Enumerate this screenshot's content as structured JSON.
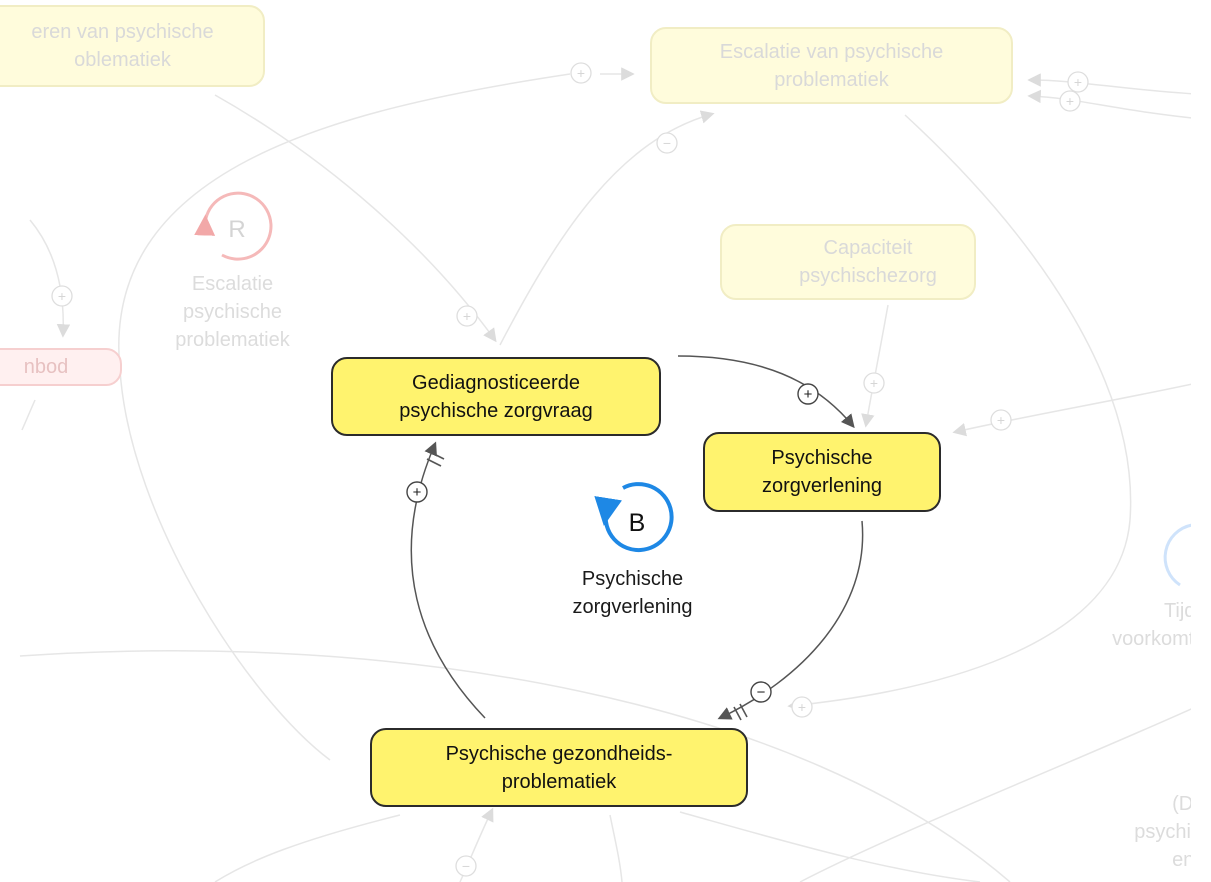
{
  "nodes": {
    "diagnosed": "Gediagnosticeerde\npsychische zorgvraag",
    "care": "Psychische\nzorgverlening",
    "problems": "Psychische gezondheids-\nproblematiek",
    "escalation": "Escalatie van psychische\nproblematiek",
    "top_left": "eren van psychische\noblematiek",
    "capacity": "Capaciteit\npsychischezorg",
    "left_partial": "nbod"
  },
  "loops": {
    "b_marker": "B",
    "b_name": "Psychische\nzorgverlening",
    "r_marker": "R",
    "r_name": "Escalatie\npsychische\nproblematiek"
  },
  "faded_labels": {
    "right_mid": "Tijdig\nvoorkomt e",
    "right_bottom": "(De-\npsychisc\nen h"
  },
  "polarities": {
    "plus": "+",
    "minus": "−"
  },
  "colors": {
    "node_fill": "#fff36e",
    "node_border": "#2b2b2b",
    "active_arrow": "#555555",
    "faded_line": "#e6e6e6",
    "balancing_loop": "#1e88e5",
    "reinforcing_loop": "#e53935"
  }
}
